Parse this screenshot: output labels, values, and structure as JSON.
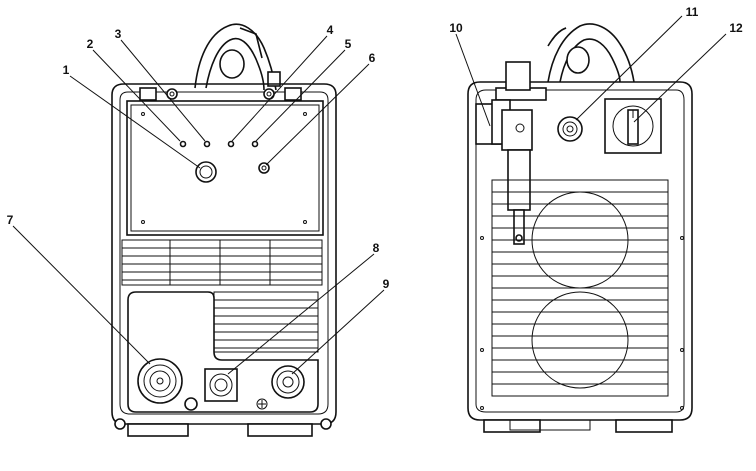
{
  "figure": {
    "front_view": {
      "callouts": [
        {
          "label": "1",
          "part": "knob"
        },
        {
          "label": "2",
          "part": "indicator-a"
        },
        {
          "label": "3",
          "part": "indicator-b"
        },
        {
          "label": "4",
          "part": "indicator-c"
        },
        {
          "label": "5",
          "part": "indicator-d"
        },
        {
          "label": "6",
          "part": "button"
        },
        {
          "label": "7",
          "part": "torch-connector"
        },
        {
          "label": "8",
          "part": "control-connector"
        },
        {
          "label": "9",
          "part": "work-lead-connector"
        }
      ]
    },
    "rear_view": {
      "callouts": [
        {
          "label": "10",
          "part": "filter-bracket"
        },
        {
          "label": "11",
          "part": "gas-inlet"
        },
        {
          "label": "12",
          "part": "power-switch"
        }
      ]
    }
  }
}
